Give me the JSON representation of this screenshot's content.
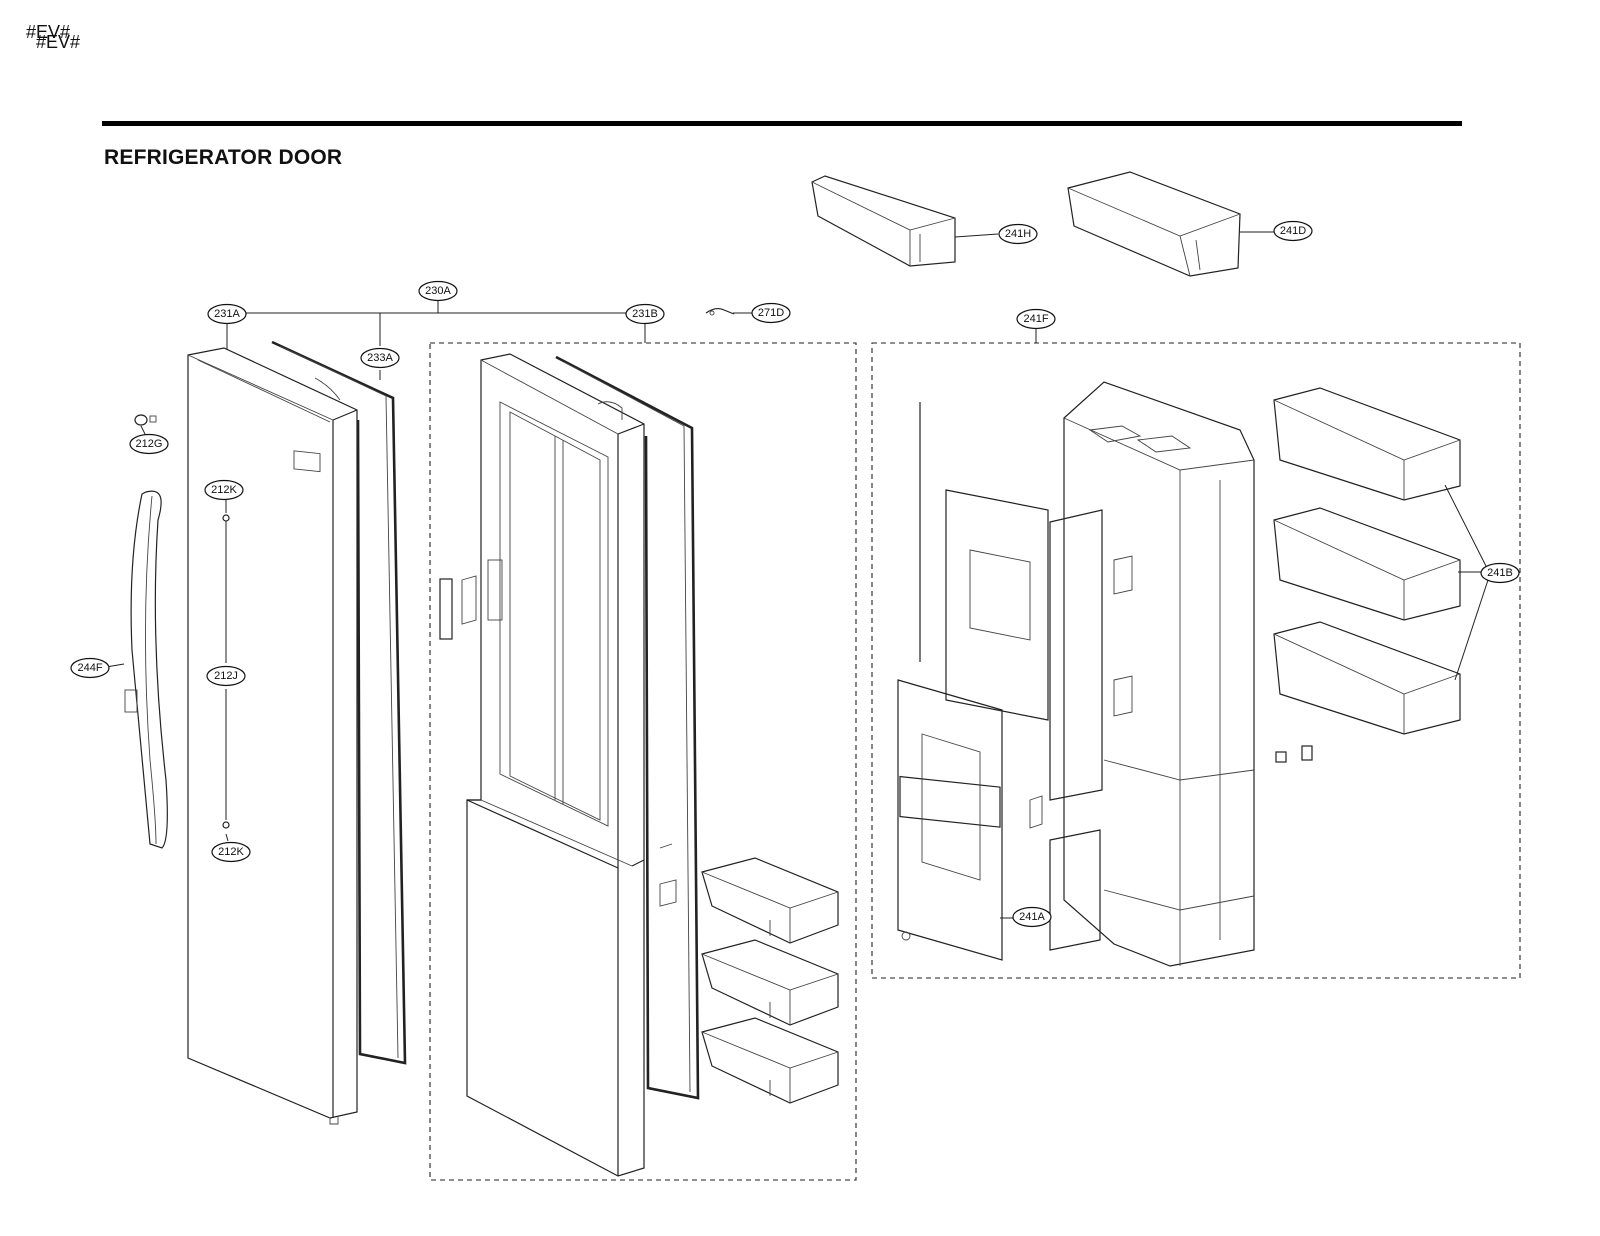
{
  "header": {
    "marks": [
      "#EV#",
      "#EV#"
    ],
    "title": "REFRIGERATOR DOOR"
  },
  "callouts": [
    {
      "id": "c230a",
      "label": "230A"
    },
    {
      "id": "c231a",
      "label": "231A"
    },
    {
      "id": "c231b",
      "label": "231B"
    },
    {
      "id": "c233a",
      "label": "233A"
    },
    {
      "id": "c271d",
      "label": "271D"
    },
    {
      "id": "c212g",
      "label": "212G"
    },
    {
      "id": "c212k_top",
      "label": "212K"
    },
    {
      "id": "c212j",
      "label": "212J"
    },
    {
      "id": "c212k_bot",
      "label": "212K"
    },
    {
      "id": "c244f",
      "label": "244F"
    },
    {
      "id": "c241h",
      "label": "241H"
    },
    {
      "id": "c241d",
      "label": "241D"
    },
    {
      "id": "c241f",
      "label": "241F"
    },
    {
      "id": "c241b",
      "label": "241B"
    },
    {
      "id": "c241a",
      "label": "241A"
    }
  ]
}
